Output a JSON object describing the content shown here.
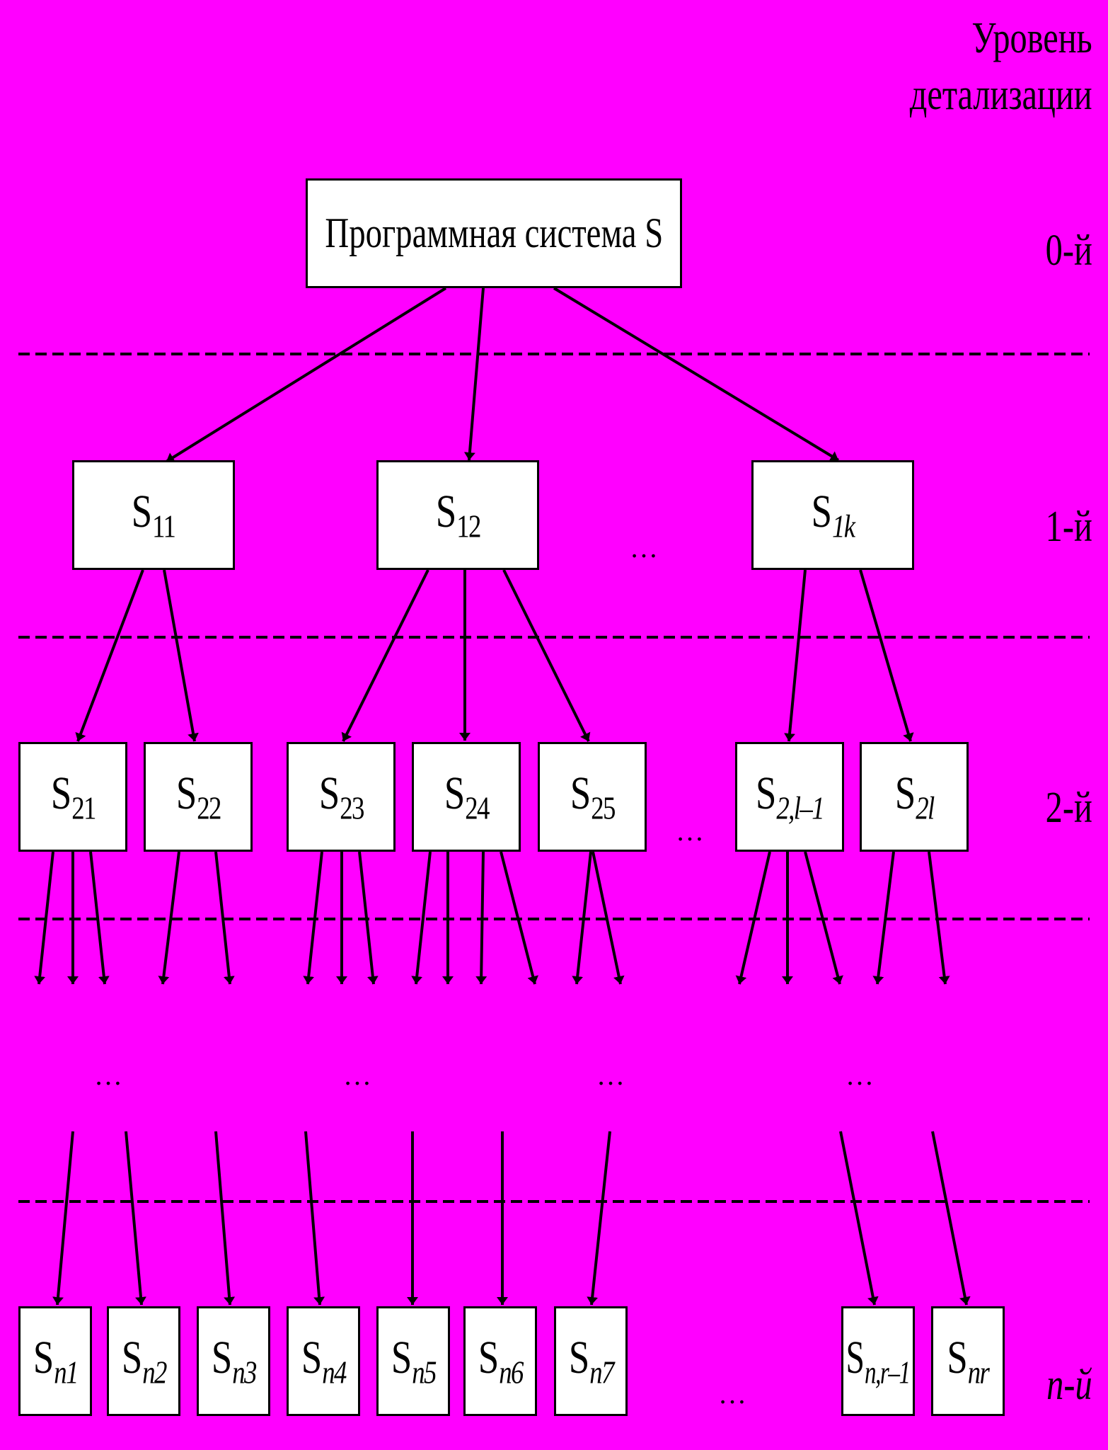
{
  "header": {
    "title_line1": "Уровень",
    "title_line2": "детализации"
  },
  "levels": [
    "0-й",
    "1-й",
    "2-й",
    "n-й"
  ],
  "nodes": {
    "root": "Программная система S",
    "l1": [
      {
        "base": "S",
        "sub": "11"
      },
      {
        "base": "S",
        "sub": "12"
      },
      {
        "base": "S",
        "sub": "1k"
      }
    ],
    "l2": [
      {
        "base": "S",
        "sub": "21"
      },
      {
        "base": "S",
        "sub": "22"
      },
      {
        "base": "S",
        "sub": "23"
      },
      {
        "base": "S",
        "sub": "24"
      },
      {
        "base": "S",
        "sub": "25"
      },
      {
        "base": "S",
        "sub": "2,l–1"
      },
      {
        "base": "S",
        "sub": "2l"
      }
    ],
    "ln": [
      {
        "base": "S",
        "sub": "n1"
      },
      {
        "base": "S",
        "sub": "n2"
      },
      {
        "base": "S",
        "sub": "n3"
      },
      {
        "base": "S",
        "sub": "n4"
      },
      {
        "base": "S",
        "sub": "n5"
      },
      {
        "base": "S",
        "sub": "n6"
      },
      {
        "base": "S",
        "sub": "n7"
      },
      {
        "base": "S",
        "sub": "n,r–1"
      },
      {
        "base": "S",
        "sub": "nr"
      }
    ]
  },
  "ellipsis": "…"
}
